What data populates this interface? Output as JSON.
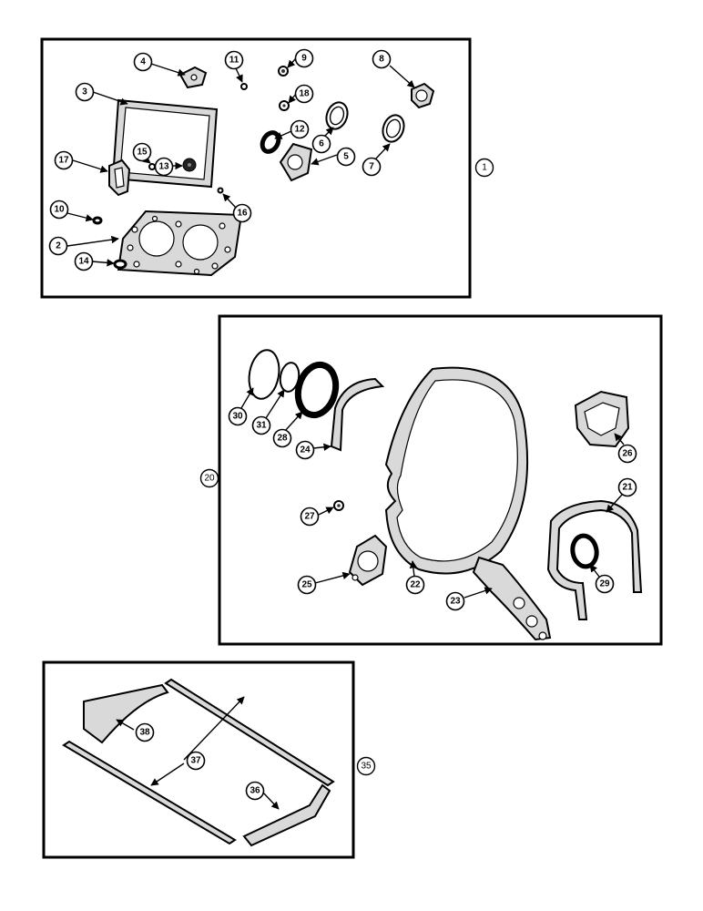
{
  "diagram": {
    "kits": [
      {
        "id": "kit-1",
        "label": "1"
      },
      {
        "id": "kit-20",
        "label": "20"
      },
      {
        "id": "kit-35",
        "label": "35"
      }
    ],
    "callouts": [
      "2",
      "3",
      "4",
      "5",
      "6",
      "7",
      "8",
      "9",
      "10",
      "11",
      "12",
      "13",
      "14",
      "15",
      "16",
      "17",
      "18",
      "21",
      "22",
      "23",
      "24",
      "25",
      "26",
      "27",
      "28",
      "29",
      "30",
      "31",
      "36",
      "37",
      "38"
    ]
  }
}
